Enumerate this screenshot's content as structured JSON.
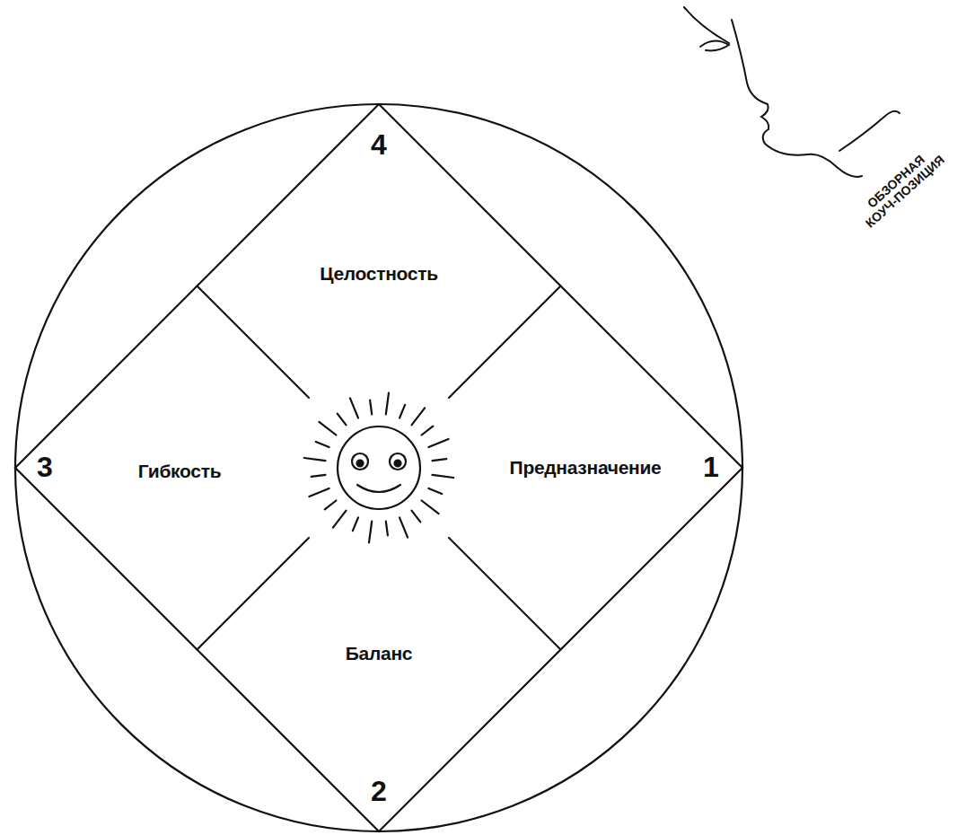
{
  "diagram": {
    "nodes": [
      {
        "text": [
          "Целостность"
        ]
      },
      {
        "text": [
          "Гибкость"
        ]
      },
      {
        "text": [
          "Предназначение"
        ]
      },
      {
        "text": [
          "Баланс"
        ]
      }
    ],
    "labels": [
      "4",
      "3",
      "1",
      "2",
      "ОБЗОРНАЯ КОУЧ-ПОЗИЦИЯ"
    ]
  }
}
